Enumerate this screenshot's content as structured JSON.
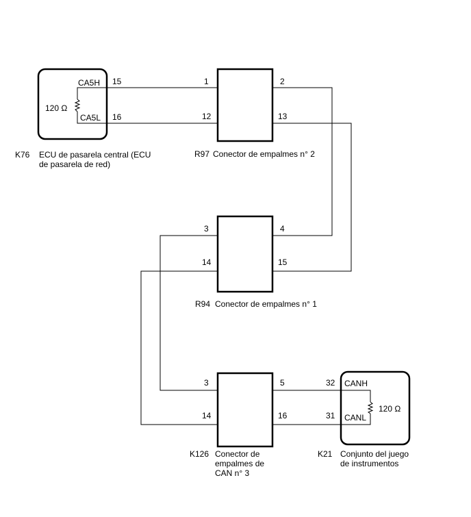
{
  "components": {
    "k76": {
      "code": "K76",
      "name_line1": "ECU de pasarela central (ECU",
      "name_line2": "de pasarela de red)",
      "resistor": "120 Ω",
      "pin_high_label": "CA5H",
      "pin_low_label": "CA5L",
      "pin_high_num": "15",
      "pin_low_num": "16"
    },
    "r97": {
      "code": "R97",
      "name": "Conector de empalmes n° 2",
      "pins": {
        "tl": "1",
        "tr": "2",
        "bl": "12",
        "br": "13"
      }
    },
    "r94": {
      "code": "R94",
      "name": "Conector de empalmes n° 1",
      "pins": {
        "tl": "3",
        "tr": "4",
        "bl": "14",
        "br": "15"
      }
    },
    "k126": {
      "code": "K126",
      "name_line1": "Conector de",
      "name_line2": "empalmes de",
      "name_line3": "CAN n° 3",
      "pins": {
        "tl": "3",
        "tr": "5",
        "bl": "14",
        "br": "16"
      }
    },
    "k21": {
      "code": "K21",
      "name_line1": "Conjunto del juego",
      "name_line2": "de instrumentos",
      "resistor": "120 Ω",
      "pin_high_label": "CANH",
      "pin_low_label": "CANL",
      "pin_high_num": "32",
      "pin_low_num": "31"
    }
  }
}
